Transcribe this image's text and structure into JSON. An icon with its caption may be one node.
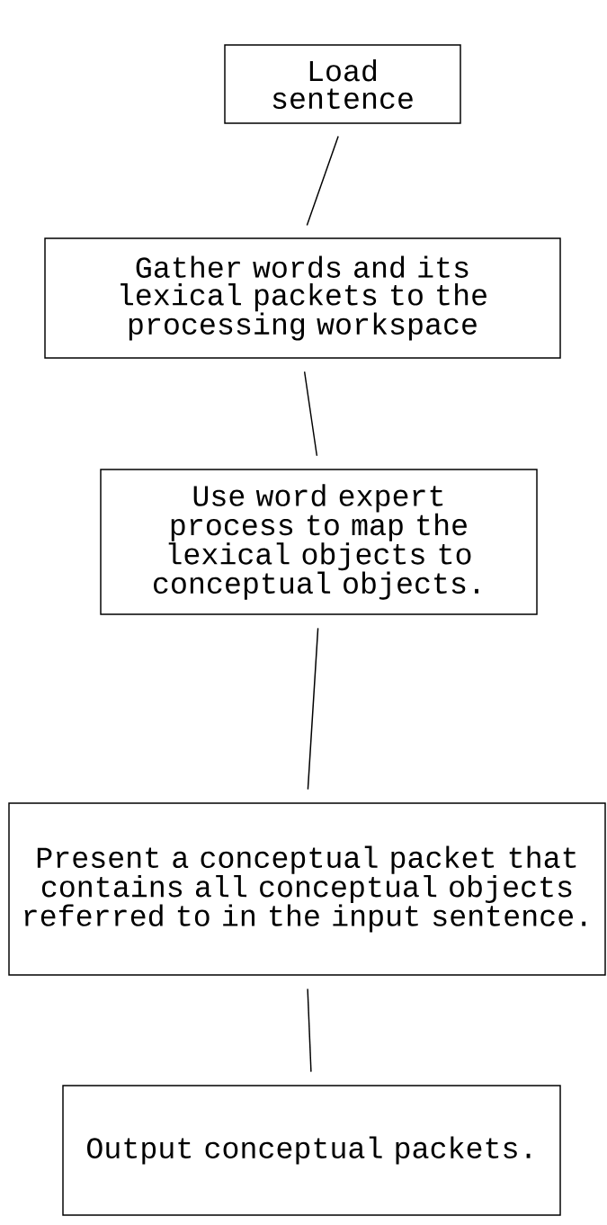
{
  "diagram": {
    "nodes": [
      {
        "text": [
          "Load sentence"
        ]
      },
      {
        "text": [
          "Gather words and its lexical packets to the processing workspace"
        ]
      },
      {
        "text": [
          "Use word expert process to map the lexical objects to conceptual objects."
        ]
      },
      {
        "text": [
          "Present a conceptual packet that contains all conceptual objects referred to in the input sentence."
        ]
      },
      {
        "text": [
          "Output conceptual packets."
        ]
      }
    ],
    "edges": [
      {
        "from": 0,
        "to": 1,
        "arrow": "none"
      },
      {
        "from": 1,
        "to": 2,
        "arrow": "none"
      },
      {
        "from": 2,
        "to": 3,
        "arrow": "none"
      },
      {
        "from": 3,
        "to": 4,
        "arrow": "none"
      }
    ]
  }
}
